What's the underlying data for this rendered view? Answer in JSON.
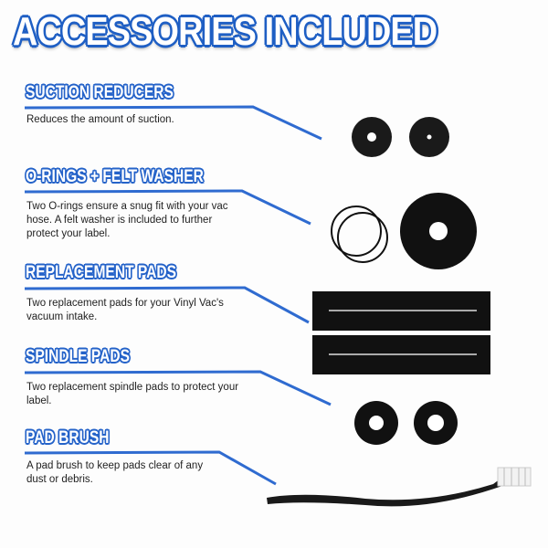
{
  "title": "ACCESSORIES INCLUDED",
  "sections": [
    {
      "heading": "SUCTION REDUCERS",
      "description": "Reduces the amount of suction."
    },
    {
      "heading": "O-RINGS + FELT WASHER",
      "description": "Two O-rings ensure a snug fit with your vac hose. A felt washer is included to further protect your label."
    },
    {
      "heading": "REPLACEMENT  PADS",
      "description": "Two replacement pads for your Vinyl Vac's vacuum intake."
    },
    {
      "heading": "SPINDLE  PADS",
      "description": "Two replacement spindle pads to protect your label."
    },
    {
      "heading": "PAD  BRUSH",
      "description": "A pad brush to keep pads clear of any dust or debris."
    }
  ],
  "colors": {
    "accent": "#2563c9",
    "item": "#111111"
  }
}
